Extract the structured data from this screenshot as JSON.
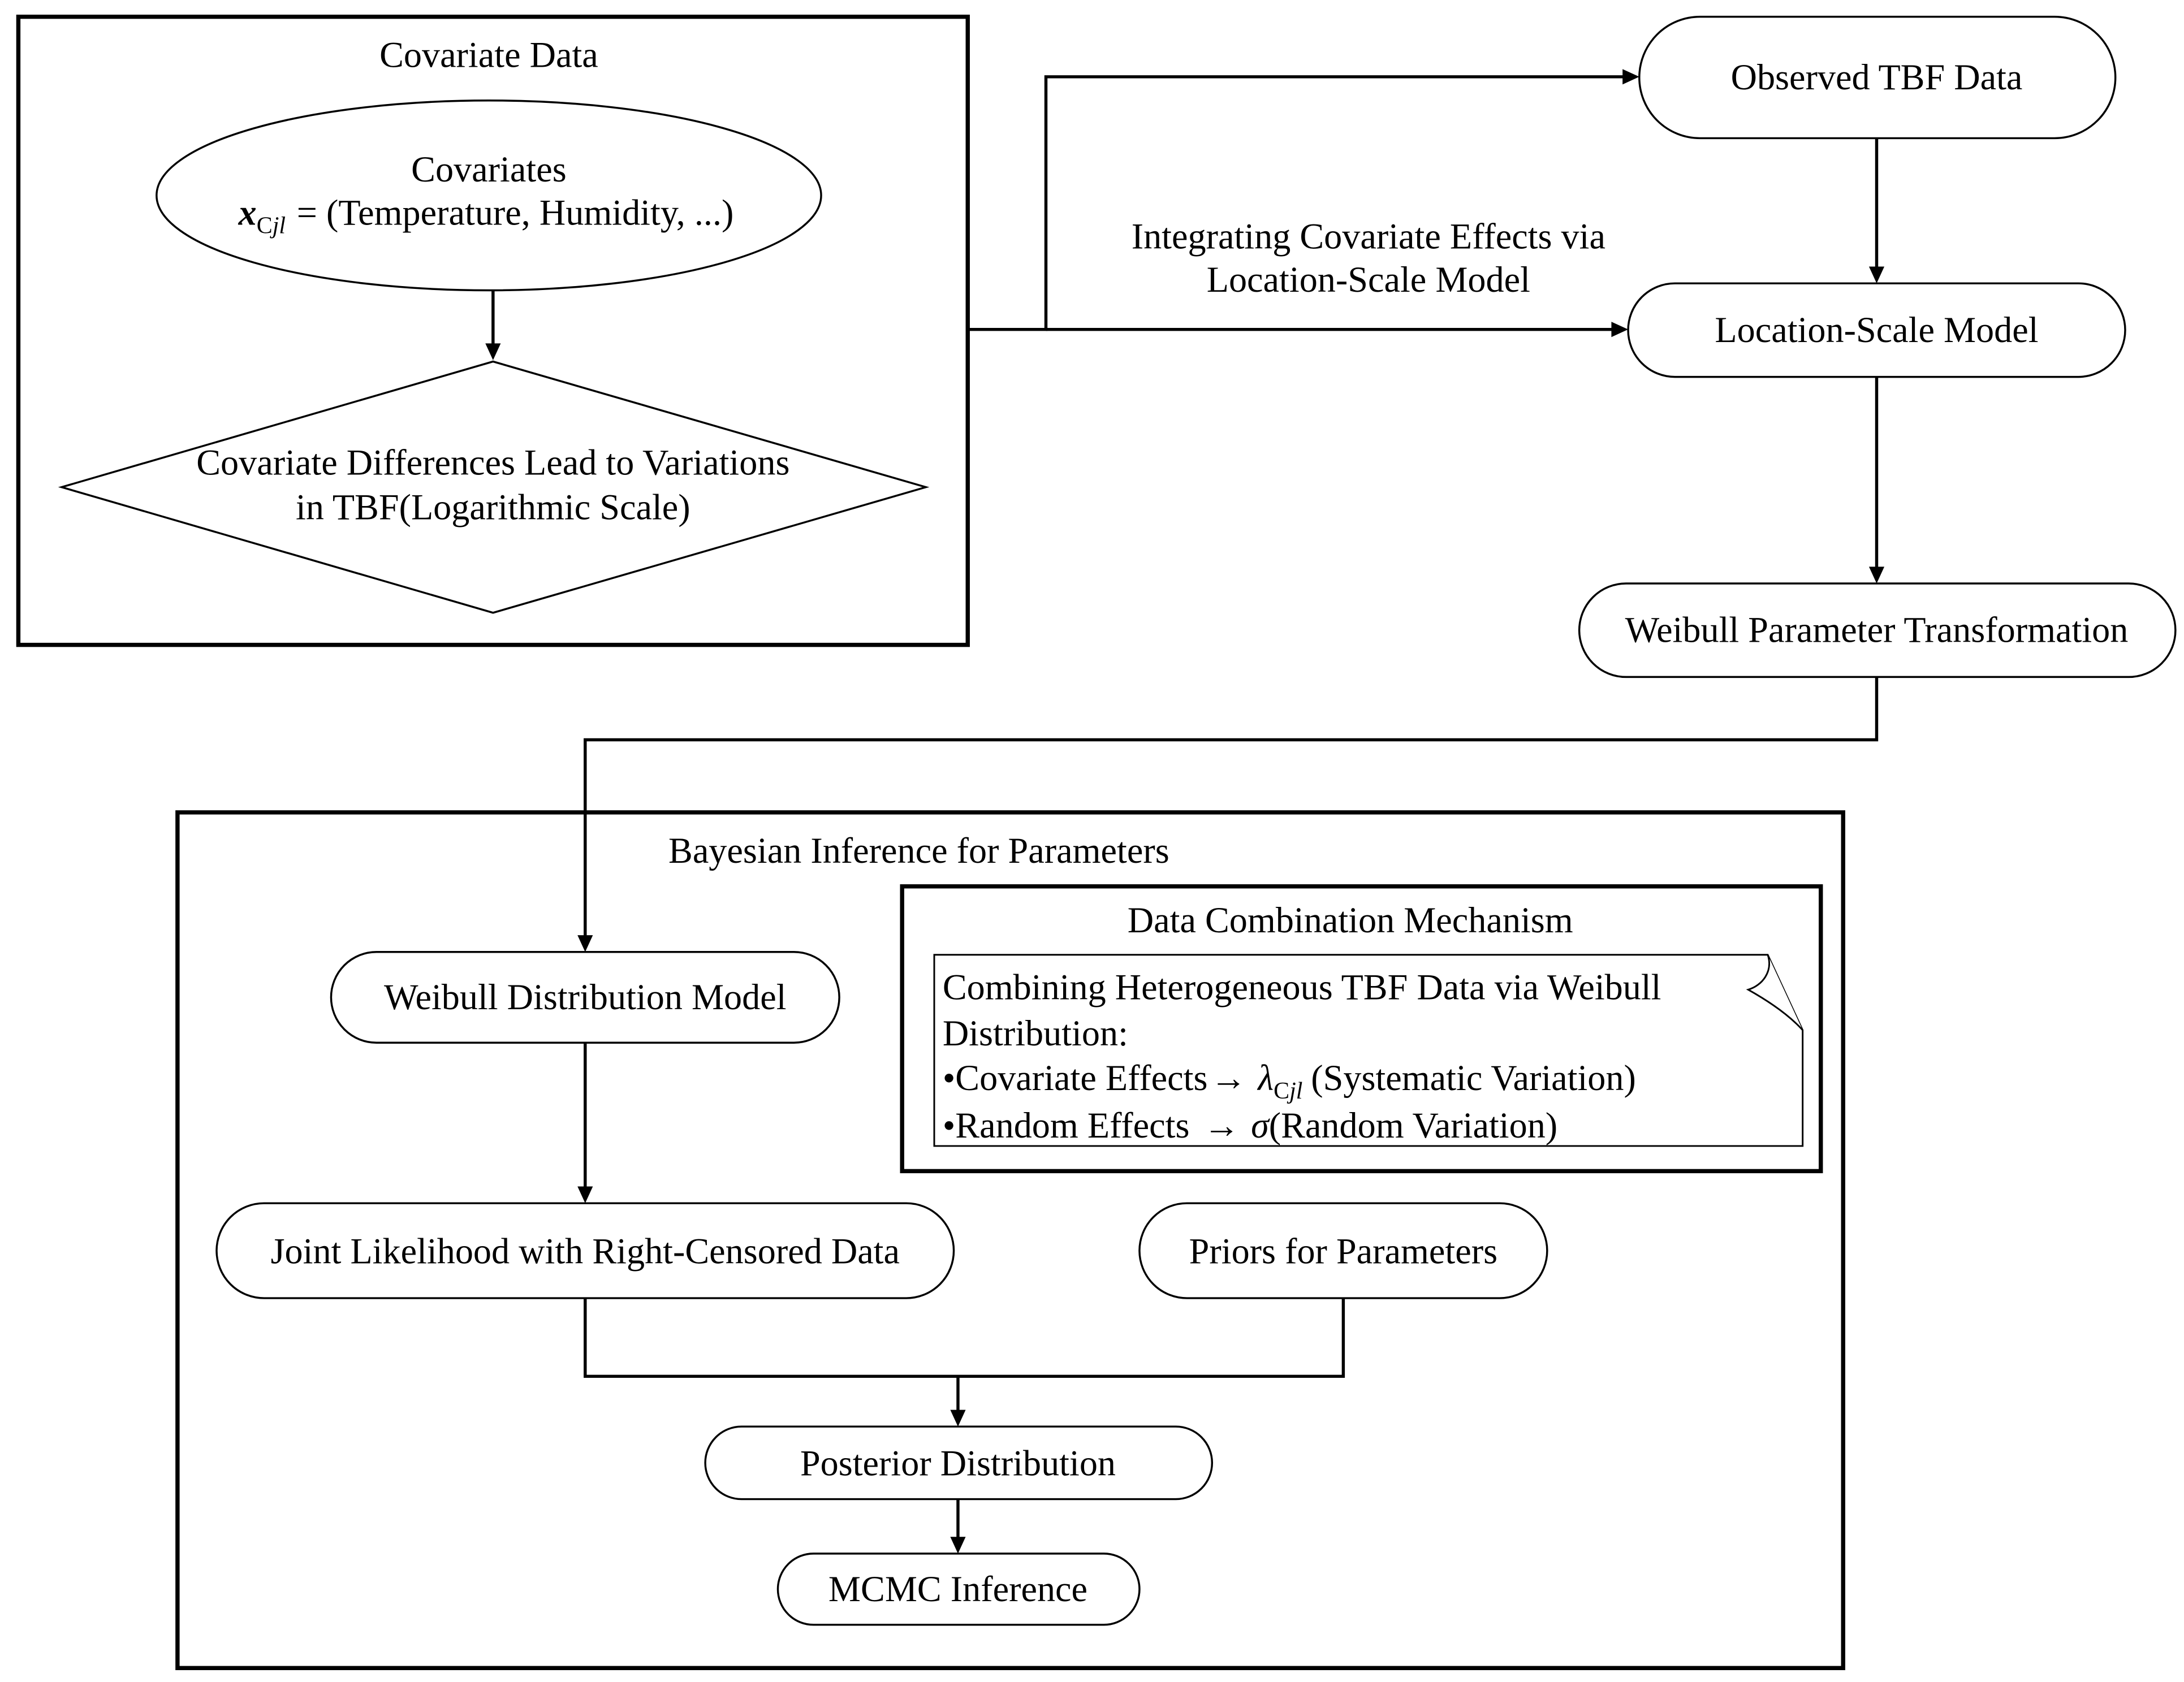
{
  "covariate_panel": {
    "title": "Covariate Data",
    "covariates_node": {
      "heading": "Covariates",
      "vector_symbol": "x",
      "vector_subscript": {
        "upright": "C",
        "italic": "jl"
      },
      "vector_definition": "= (Temperature, Humidity, ...)"
    },
    "decision_node": {
      "lines": [
        "Covariate Differences Lead to Variations",
        "in TBF(Logarithmic Scale)"
      ]
    }
  },
  "integration_label": {
    "lines": [
      "Integrating Covariate Effects via",
      "Location-Scale Model"
    ]
  },
  "pipeline": {
    "observed_tbf": "Observed TBF Data",
    "location_scale": "Location-Scale Model",
    "weibull_transformation": "Weibull Parameter Transformation"
  },
  "bayesian_panel": {
    "title": "Bayesian Inference for Parameters",
    "weibull_model": "Weibull Distribution Model",
    "joint_likelihood": "Joint Likelihood with Right-Censored Data",
    "priors": "Priors for Parameters",
    "posterior": "Posterior Distribution",
    "mcmc": "MCMC Inference",
    "mechanism": {
      "title": "Data Combination Mechanism",
      "description": [
        "Combining Heterogeneous TBF Data via Weibull",
        "Distribution:"
      ],
      "items": [
        {
          "bullet": "•",
          "label": "Covariate Effects",
          "arrow": "→",
          "symbol": "λ",
          "subscript_upright": "C",
          "subscript_italic": "jl",
          "result": "(Systematic Variation)"
        },
        {
          "bullet": "•",
          "label": "Random Effects",
          "arrow": "→",
          "symbol": "σ",
          "result": "(Random Variation)"
        }
      ]
    }
  }
}
